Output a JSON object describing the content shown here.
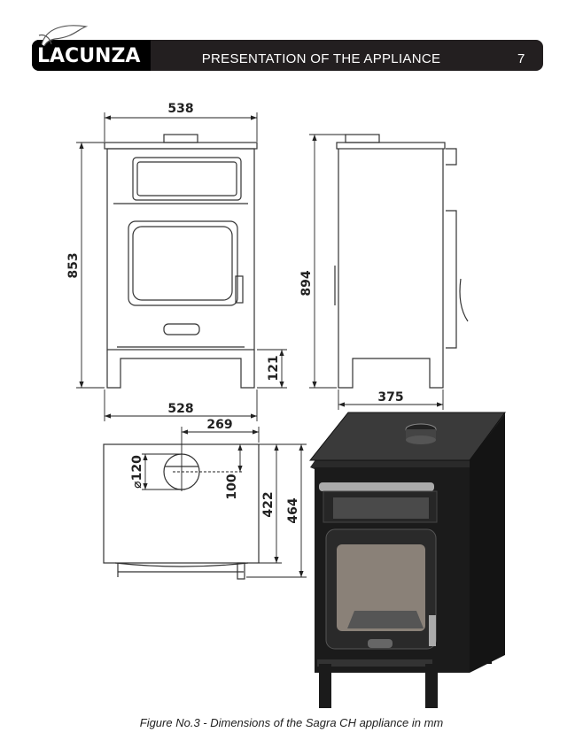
{
  "header": {
    "logo": "LACUNZA",
    "title": "PRESENTATION OF THE APPLIANCE",
    "page_number": "7"
  },
  "dimensions": {
    "front_width_top": "538",
    "front_height": "853",
    "front_width_base": "528",
    "leg_height": "121",
    "side_height": "894",
    "side_depth": "375",
    "flue_offset": "269",
    "flue_diameter": "⌀120",
    "flue_depth": "100",
    "top_depth": "422",
    "top_depth_total": "464"
  },
  "caption": "Figure No.3 - Dimensions of the Sagra CH appliance in mm"
}
